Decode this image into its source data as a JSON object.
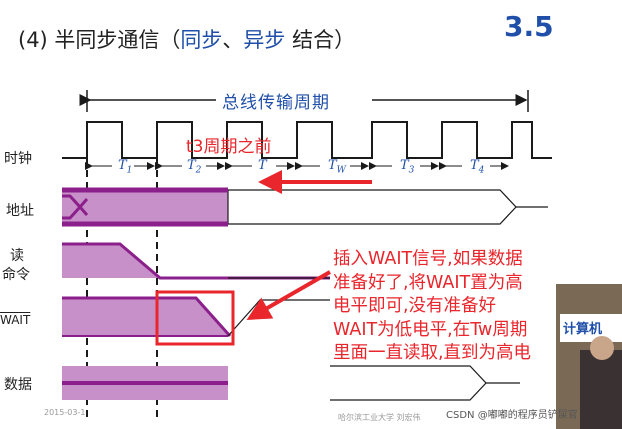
{
  "header": {
    "title_prefix": "(4) 半同步通信（",
    "title_sync": "同步",
    "title_sep": "、",
    "title_async": "异步",
    "title_suffix": " 结合）",
    "page_number": "3.5"
  },
  "diagram": {
    "bus_period_label": "总线传输周期",
    "signals": [
      "时钟",
      "地址",
      "读",
      "命令",
      "WAIT",
      "数据"
    ],
    "periods": [
      {
        "main": "T",
        "sub": "1"
      },
      {
        "main": "T",
        "sub": "2"
      },
      {
        "main": "T",
        "sub": ""
      },
      {
        "main": "T",
        "sub": "W"
      },
      {
        "main": "T",
        "sub": "3"
      },
      {
        "main": "T",
        "sub": "4"
      }
    ]
  },
  "annotations": {
    "note_t3": "t3周期之前",
    "note_wait": [
      "插入WAIT信号,如果数据",
      "准备好了,将WAIT置为高",
      "电平即可,没有准备好",
      "WAIT为低电平,在Tw周期",
      "里面一直读取,直到为高电"
    ]
  },
  "footer": {
    "date": "2015-03-1",
    "school": "哈尔滨工业大学  刘宏伟",
    "watermark": "CSDN @嘟嘟的程序员铲屎官"
  },
  "inset": {
    "label": "计算机"
  },
  "colors": {
    "purple": "#8b1f8b",
    "purple_fill": "#c890c8",
    "blue": "#1f4fa8",
    "red": "#e8262c"
  }
}
